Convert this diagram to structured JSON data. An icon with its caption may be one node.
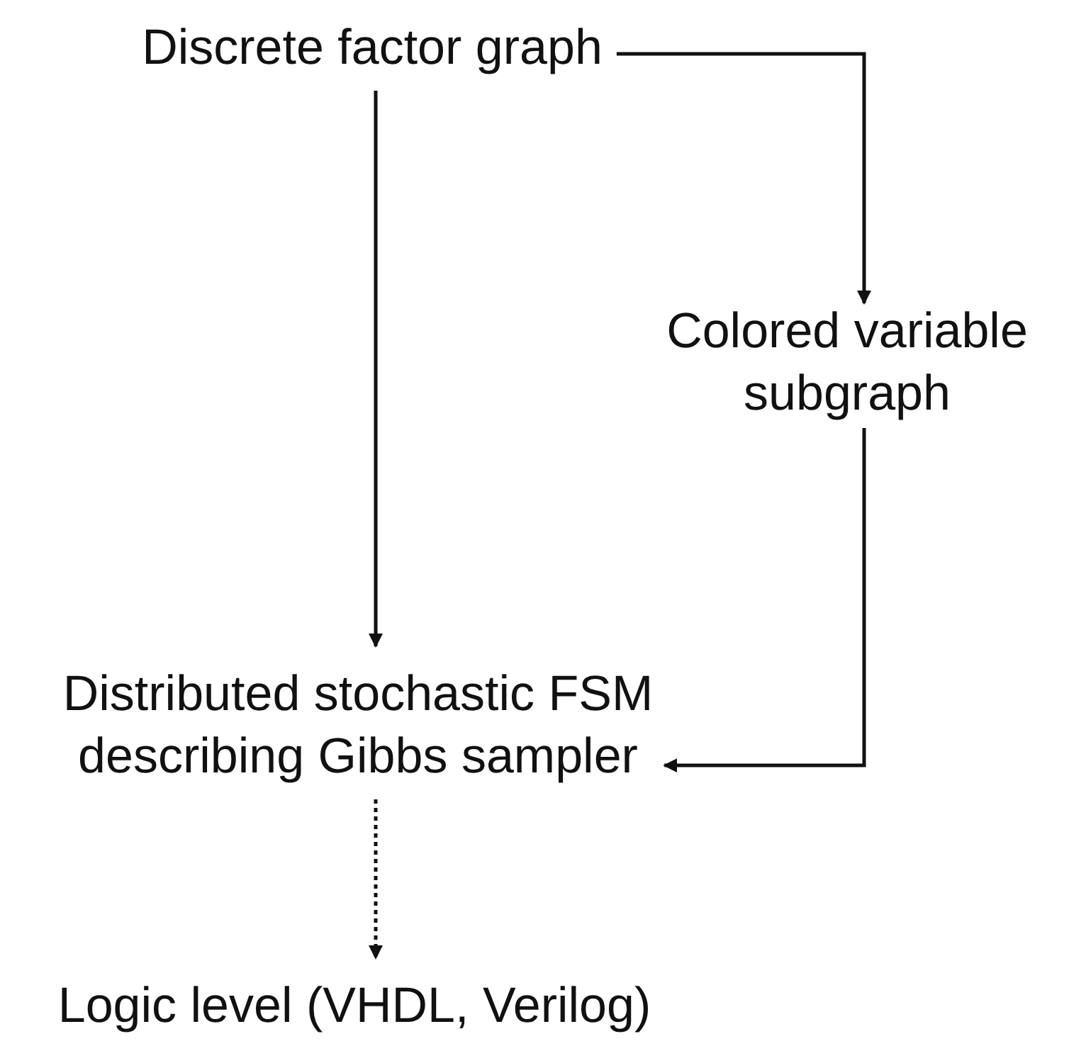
{
  "diagram": {
    "nodes": [
      {
        "text": [
          "Discrete factor graph"
        ]
      },
      {
        "text": [
          "Colored variable subgraph"
        ]
      },
      {
        "text": [
          "Distributed stochastic FSM describing Gibbs sampler"
        ]
      },
      {
        "text": [
          "Logic level (VHDL, Verilog)"
        ]
      }
    ],
    "edges": [
      {
        "from": 0,
        "to": 1,
        "arrow": "to"
      },
      {
        "from": 0,
        "to": 2,
        "arrow": "to"
      },
      {
        "from": 1,
        "to": 2,
        "arrow": "to"
      },
      {
        "from": 2,
        "to": 3,
        "arrow": "to",
        "style": "dashed"
      }
    ]
  }
}
